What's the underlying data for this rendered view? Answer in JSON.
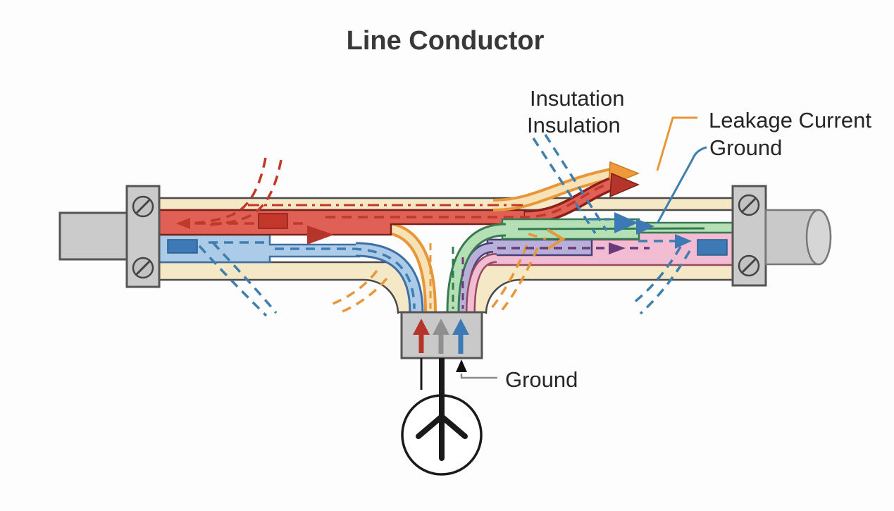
{
  "title": "Line Conductor",
  "labels": {
    "insulation_top": "Insutation",
    "insulation_bottom": "Insulation",
    "leakage_current": "Leakage Current",
    "ground_right": "Ground",
    "ground_bottom": "Ground"
  },
  "colors": {
    "insulation_tan": "#f5e8c6",
    "line_conductor_red": "#e06055",
    "conductor_red_dark": "#c2372a",
    "neutral_conductor_blue": "#abcbe8",
    "conductor_blue_dark": "#3d7ab5",
    "ground_conductor_green": "#b5dfb5",
    "shield_purple": "#b7b0d8",
    "sheath_pink": "#f2bcd2",
    "leakage_orange": "#e8963a",
    "metal_gray": "#cbcbcb",
    "text_dark": "#2a2a2a"
  }
}
